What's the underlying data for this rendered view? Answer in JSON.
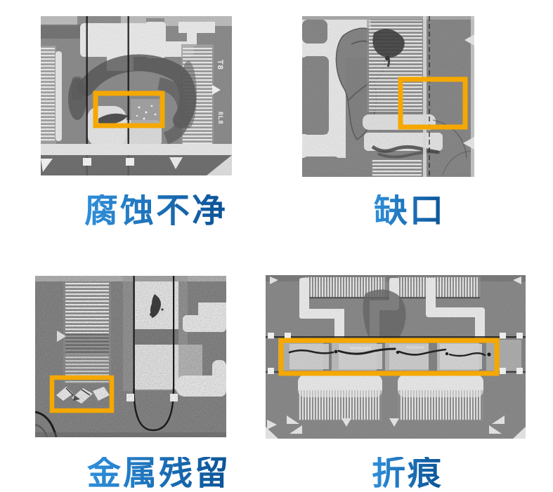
{
  "figure": {
    "type": "defect-example-grid",
    "highlight_color": "#F5A800",
    "caption_gradient": {
      "start": "#2F8FDB",
      "end": "#0B5295"
    },
    "panels": [
      {
        "key": "etch-residue",
        "caption": "腐蚀不净",
        "markings": {
          "m1": "T8",
          "m2": "8L8"
        }
      },
      {
        "key": "notch",
        "caption": "缺口"
      },
      {
        "key": "metal-residue",
        "caption": "金属残留"
      },
      {
        "key": "crease",
        "caption": "折痕"
      }
    ]
  }
}
